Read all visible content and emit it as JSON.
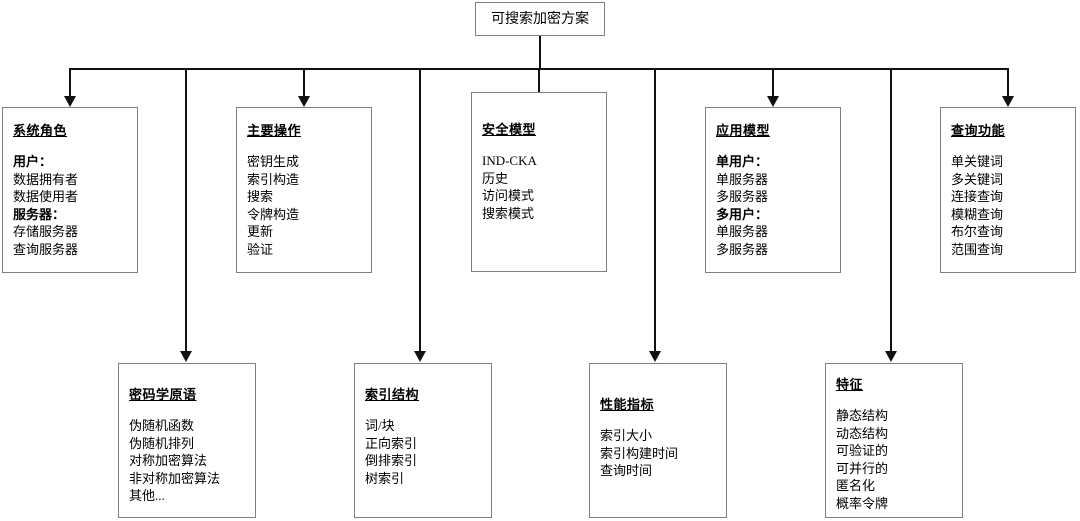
{
  "diagram": {
    "title": "可搜索加密方案",
    "root": {
      "label": "可搜索加密方案"
    },
    "top_nodes": [
      {
        "title": "系统角色",
        "items": [
          {
            "text": "用户：",
            "bold": true
          },
          {
            "text": "数据拥有者",
            "bold": false
          },
          {
            "text": "数据使用者",
            "bold": false
          },
          {
            "text": "服务器：",
            "bold": true
          },
          {
            "text": "存储服务器",
            "bold": false
          },
          {
            "text": "查询服务器",
            "bold": false
          }
        ]
      },
      {
        "title": "主要操作",
        "items": [
          {
            "text": "密钥生成",
            "bold": false
          },
          {
            "text": "索引构造",
            "bold": false
          },
          {
            "text": "搜索",
            "bold": false
          },
          {
            "text": "令牌构造",
            "bold": false
          },
          {
            "text": "更新",
            "bold": false
          },
          {
            "text": "验证",
            "bold": false
          }
        ]
      },
      {
        "title": "安全模型",
        "items": [
          {
            "text": "IND-CKA",
            "bold": false
          },
          {
            "text": "历史",
            "bold": false
          },
          {
            "text": "访问模式",
            "bold": false
          },
          {
            "text": "搜索模式",
            "bold": false
          }
        ]
      },
      {
        "title": "应用模型",
        "items": [
          {
            "text": "单用户：",
            "bold": true
          },
          {
            "text": "单服务器",
            "bold": false
          },
          {
            "text": "多服务器",
            "bold": false
          },
          {
            "text": "多用户：",
            "bold": true
          },
          {
            "text": "单服务器",
            "bold": false
          },
          {
            "text": "多服务器",
            "bold": false
          }
        ]
      },
      {
        "title": "查询功能",
        "items": [
          {
            "text": "单关键词",
            "bold": false
          },
          {
            "text": "多关键词",
            "bold": false
          },
          {
            "text": "连接查询",
            "bold": false
          },
          {
            "text": "模糊查询",
            "bold": false
          },
          {
            "text": "布尔查询",
            "bold": false
          },
          {
            "text": "范围查询",
            "bold": false
          }
        ]
      }
    ],
    "bottom_nodes": [
      {
        "title": "密码学原语",
        "items": [
          {
            "text": "伪随机函数",
            "bold": false
          },
          {
            "text": "伪随机排列",
            "bold": false
          },
          {
            "text": "对称加密算法",
            "bold": false
          },
          {
            "text": "非对称加密算法",
            "bold": false
          },
          {
            "text": "其他...",
            "bold": false
          }
        ]
      },
      {
        "title": "索引结构",
        "items": [
          {
            "text": "词/块",
            "bold": false
          },
          {
            "text": "正向索引",
            "bold": false
          },
          {
            "text": "倒排索引",
            "bold": false
          },
          {
            "text": "树索引",
            "bold": false
          }
        ]
      },
      {
        "title": "性能指标",
        "items": [
          {
            "text": "索引大小",
            "bold": false
          },
          {
            "text": "索引构建时间",
            "bold": false
          },
          {
            "text": "查询时间",
            "bold": false
          }
        ]
      },
      {
        "title": "特征",
        "items": [
          {
            "text": "静态结构",
            "bold": false
          },
          {
            "text": "动态结构",
            "bold": false
          },
          {
            "text": "可验证的",
            "bold": false
          },
          {
            "text": "可并行的",
            "bold": false
          },
          {
            "text": "匿名化",
            "bold": false
          },
          {
            "text": "概率令牌",
            "bold": false
          }
        ]
      }
    ],
    "colors": {
      "line": "#111111",
      "border": "#808080",
      "background": "#ffffff",
      "text": "#000000"
    }
  }
}
